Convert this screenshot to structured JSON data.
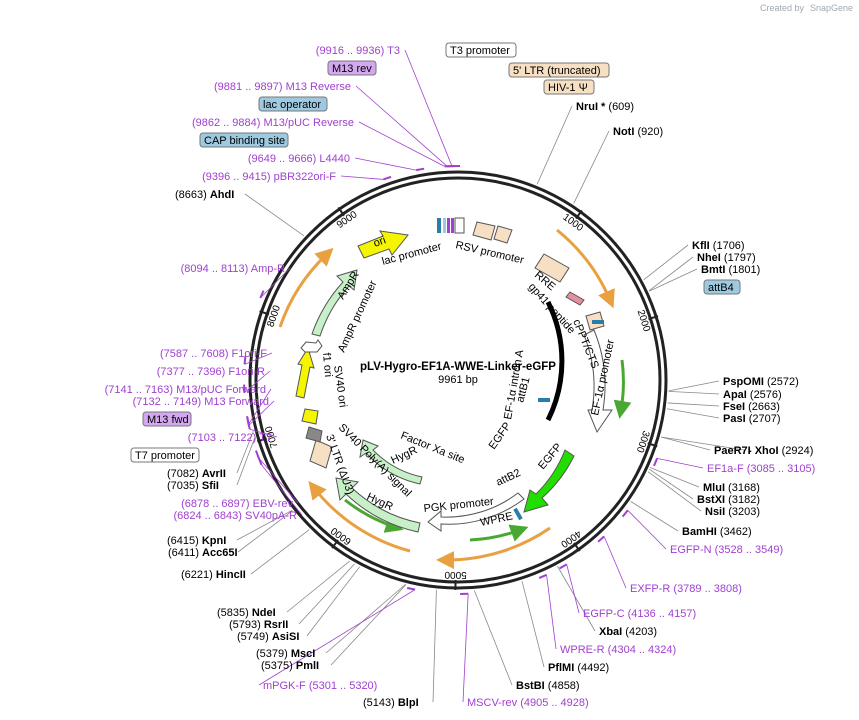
{
  "plasmid": {
    "name": "pLV-Hygro-EF1A-WWE-Linker-eGFP",
    "size_label": "9961 bp",
    "length": 9961
  },
  "credit": {
    "prefix": "Created by",
    "brand": "SnapGene"
  },
  "ticks": [
    "1000",
    "2000",
    "3000",
    "4000",
    "5000",
    "6000",
    "7000",
    "8000",
    "9000"
  ],
  "colors": {
    "promoter": "#ffffff",
    "regulatory": "#f7dfc4",
    "ori": "#f5f500",
    "cds_green": "#c8f0c8",
    "egfp": "#22dd00",
    "misc_orange": "#e8a040",
    "primer": "#a040d0",
    "boxed_blue": "#9ecae1",
    "boxed_purple": "#d4a8f0"
  },
  "inner_features": [
    "RSV promoter",
    "RRE",
    "gp41 peptide",
    "cPPT/CTS",
    "EF-1α promoter",
    "EF-1α intron A",
    "attB1",
    "EGFP",
    "EGFP",
    "attB2",
    "WPRE",
    "PGK promoter",
    "HygR",
    "HygR",
    "Factor Xa site",
    "3' LTR (ΔU3)",
    "SV40 Poly(A) signal",
    "SV40 ori",
    "f1 ori",
    "AmpR",
    "AmpR promoter",
    "lac promoter",
    "ori"
  ],
  "enzymes_right": [
    {
      "name": "NruI *",
      "pos": "(609)"
    },
    {
      "name": "NotI",
      "pos": "(920)"
    },
    {
      "name": "KflI",
      "pos": "(1706)"
    },
    {
      "name": "NheI",
      "pos": "(1797)"
    },
    {
      "name": "BmtI",
      "pos": "(1801)"
    },
    {
      "name": "PspOMI",
      "pos": "(2572)"
    },
    {
      "name": "ApaI",
      "pos": "(2576)"
    },
    {
      "name": "FseI",
      "pos": "(2663)"
    },
    {
      "name": "PasI",
      "pos": "(2707)"
    },
    {
      "name": "PaeR7I",
      "pos": ""
    },
    {
      "name": "- XhoI",
      "pos": "(2924)"
    },
    {
      "name": "MluI",
      "pos": "(3168)"
    },
    {
      "name": "BstXI",
      "pos": "(3182)"
    },
    {
      "name": "NsiI",
      "pos": "(3203)"
    },
    {
      "name": "BamHI",
      "pos": "(3462)"
    },
    {
      "name": "XbaI",
      "pos": "(4203)"
    },
    {
      "name": "PflMI",
      "pos": "(4492)"
    },
    {
      "name": "BstBI",
      "pos": "(4858)"
    }
  ],
  "enzymes_left": [
    {
      "name": "AhdI",
      "pos": "(8663)"
    },
    {
      "name": "AvrII",
      "pos": "(7082)"
    },
    {
      "name": "SfiI",
      "pos": "(7035)"
    },
    {
      "name": "KpnI",
      "pos": "(6415)"
    },
    {
      "name": "Acc65I",
      "pos": "(6411)"
    },
    {
      "name": "HincII",
      "pos": "(6221)"
    },
    {
      "name": "NdeI",
      "pos": "(5835)"
    },
    {
      "name": "RsrII",
      "pos": "(5793)"
    },
    {
      "name": "AsiSI",
      "pos": "(5749)"
    },
    {
      "name": "MscI",
      "pos": "(5379)"
    },
    {
      "name": "PmlI",
      "pos": "(5375)"
    },
    {
      "name": "BlpI",
      "pos": "(5143)"
    }
  ],
  "primers": [
    {
      "name": "T3",
      "pos": "(9916 .. 9936)"
    },
    {
      "name": "M13 Reverse",
      "pos": "(9881 .. 9897)"
    },
    {
      "name": "M13/pUC Reverse",
      "pos": "(9862 .. 9884)"
    },
    {
      "name": "L4440",
      "pos": "(9649 .. 9666)"
    },
    {
      "name": "pBR322ori-F",
      "pos": "(9396 .. 9415)"
    },
    {
      "name": "Amp-R",
      "pos": "(8094 .. 8113)"
    },
    {
      "name": "F1ori-F",
      "pos": "(7587 .. 7608)"
    },
    {
      "name": "F1ori-R",
      "pos": "(7377 .. 7396)"
    },
    {
      "name": "M13/pUC Forward",
      "pos": "(7141 .. 7163)"
    },
    {
      "name": "M13 Forward",
      "pos": "(7132 .. 7149)"
    },
    {
      "name": "T7",
      "pos": "(7103 .. 7122)"
    },
    {
      "name": "EBV-rev",
      "pos": "(6878 .. 6897)"
    },
    {
      "name": "SV40pA-R",
      "pos": "(6824 .. 6843)"
    },
    {
      "name": "mPGK-F",
      "pos": "(5301 .. 5320)"
    },
    {
      "name": "MSCV-rev",
      "pos": "(4905 .. 4928)"
    },
    {
      "name": "WPRE-R",
      "pos": "(4304 .. 4324)"
    },
    {
      "name": "EGFP-C",
      "pos": "(4136 .. 4157)"
    },
    {
      "name": "EXFP-R",
      "pos": "(3789 .. 3808)"
    },
    {
      "name": "EGFP-N",
      "pos": "(3528 .. 3549)"
    },
    {
      "name": "EF1a-F",
      "pos": "(3085 .. 3105)"
    }
  ],
  "boxed": [
    "T3 promoter",
    "5' LTR (truncated)",
    "HIV-1 Ψ",
    "M13 rev",
    "lac operator",
    "CAP binding site",
    "attB4",
    "M13 fwd",
    "T7 promoter"
  ]
}
